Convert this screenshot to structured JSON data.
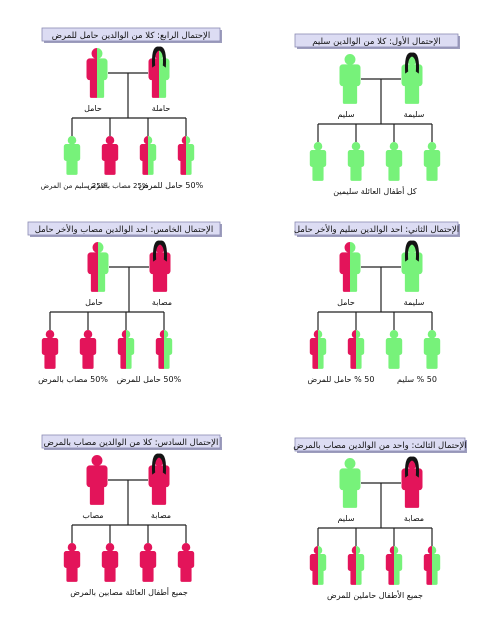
{
  "colors": {
    "healthy": "#77f27a",
    "diseased": "#e3145a",
    "carrier_mix": "half",
    "hair": "#141414",
    "title_box": "#dcdcf3"
  },
  "panels": [
    {
      "key": "p1",
      "title": "الإحتمال الأول: كلا من الوالدين سليم",
      "parents": [
        {
          "label": "سليم",
          "state": "healthy",
          "sex": "male"
        },
        {
          "label": "سليمة",
          "state": "healthy",
          "sex": "female"
        }
      ],
      "children": [
        {
          "state": "healthy"
        },
        {
          "state": "healthy"
        },
        {
          "state": "healthy"
        },
        {
          "state": "healthy"
        }
      ],
      "captions": [
        {
          "text": "كل أطفال العائلة سليمين",
          "span": "all"
        }
      ]
    },
    {
      "key": "p2",
      "title": "الإحتمال الثاني: احد الوالدين سليم والأخر حامل",
      "parents": [
        {
          "label": "حامل",
          "state": "carrier",
          "sex": "male"
        },
        {
          "label": "سليمة",
          "state": "healthy",
          "sex": "female"
        }
      ],
      "children": [
        {
          "state": "carrier"
        },
        {
          "state": "carrier"
        },
        {
          "state": "healthy"
        },
        {
          "state": "healthy"
        }
      ],
      "captions": [
        {
          "text": "50 %  حامل للمرض",
          "span": "left"
        },
        {
          "text": "50 %   سليم",
          "span": "right"
        }
      ]
    },
    {
      "key": "p3",
      "title": "الإحتمال الثالث: واحد من الوالدين مصاب بالمرض",
      "parents": [
        {
          "label": "سليم",
          "state": "healthy",
          "sex": "male"
        },
        {
          "label": "مصابة",
          "state": "diseased",
          "sex": "female"
        }
      ],
      "children": [
        {
          "state": "carrier"
        },
        {
          "state": "carrier"
        },
        {
          "state": "carrier"
        },
        {
          "state": "carrier"
        }
      ],
      "captions": [
        {
          "text": "جميع الأطفال حاملين للمرض",
          "span": "all"
        }
      ]
    },
    {
      "key": "p4",
      "title": "الإحتمال الرابع: كلا من الوالدين حامل للمرض",
      "parents": [
        {
          "label": "حامل",
          "state": "carrier",
          "sex": "male"
        },
        {
          "label": "حاملة",
          "state": "carrier",
          "sex": "female"
        }
      ],
      "children": [
        {
          "state": "healthy"
        },
        {
          "state": "diseased"
        },
        {
          "state": "carrier"
        },
        {
          "state": "carrier"
        }
      ],
      "captions": [
        {
          "text": "25% سليم من المرض",
          "span": "c0"
        },
        {
          "text": "25% مصاب بالمرض",
          "span": "c1"
        },
        {
          "text": "50% حامل للمرض",
          "span": "right"
        }
      ]
    },
    {
      "key": "p5",
      "title": "الإحتمال الخامس: احد الوالدين مصاب والأخر حامل",
      "parents": [
        {
          "label": "حامل",
          "state": "carrier",
          "sex": "male"
        },
        {
          "label": "مصابة",
          "state": "diseased",
          "sex": "female"
        }
      ],
      "children": [
        {
          "state": "diseased"
        },
        {
          "state": "diseased"
        },
        {
          "state": "carrier"
        },
        {
          "state": "carrier"
        }
      ],
      "captions": [
        {
          "text": "50% مصاب بالمرض",
          "span": "left"
        },
        {
          "text": "50% حامل للمرض",
          "span": "right"
        }
      ]
    },
    {
      "key": "p6",
      "title": "الإحتمال السادس: كلا من الوالدين مصاب بالمرض",
      "parents": [
        {
          "label": "مصاب",
          "state": "diseased",
          "sex": "male"
        },
        {
          "label": "مصابة",
          "state": "diseased",
          "sex": "female"
        }
      ],
      "children": [
        {
          "state": "diseased"
        },
        {
          "state": "diseased"
        },
        {
          "state": "diseased"
        },
        {
          "state": "diseased"
        }
      ],
      "captions": [
        {
          "text": "جميع أطفال العائلة مصابين بالمرض",
          "span": "all"
        }
      ]
    }
  ]
}
